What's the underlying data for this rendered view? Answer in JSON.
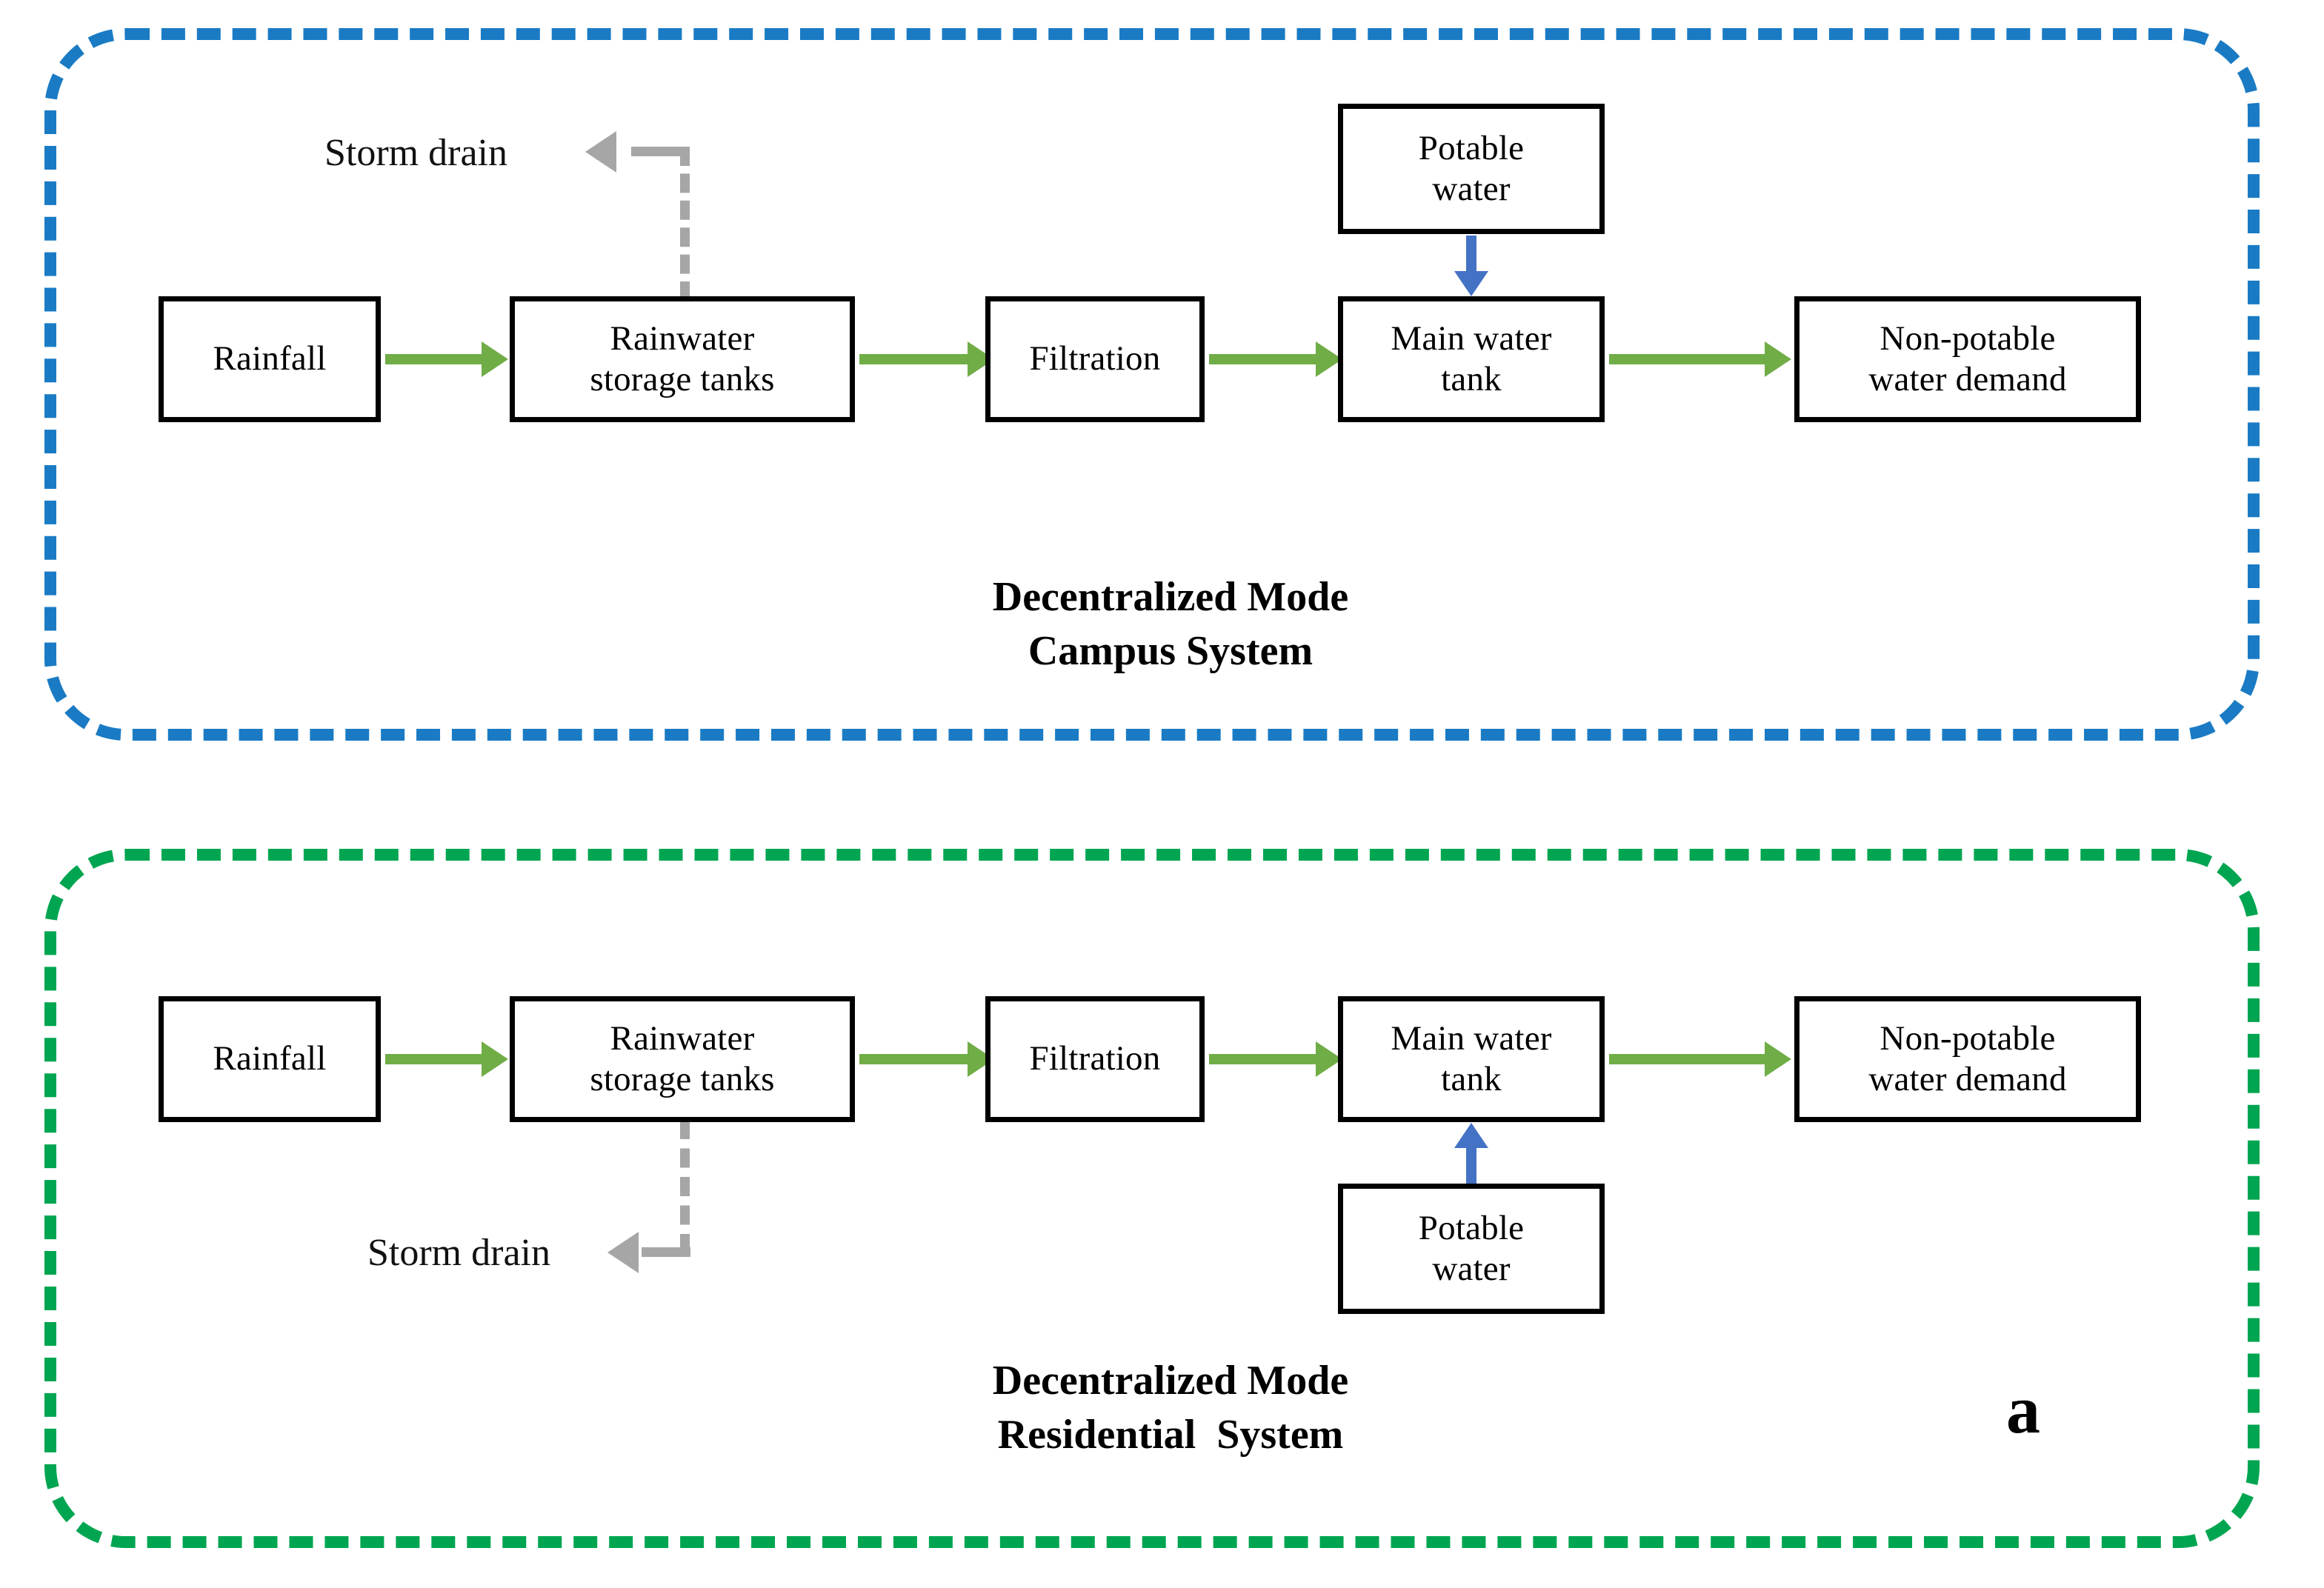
{
  "figure": {
    "letter": "a",
    "colors": {
      "campus_border": "#1A7BC4",
      "residential_border": "#00A551",
      "flow_arrow": "#70AD47",
      "potable_arrow": "#4472C4",
      "storm_drain": "#A6A6A6",
      "node_border": "#000000",
      "background": "#FFFFFF"
    }
  },
  "panels": [
    {
      "id": "campus",
      "title_line1": "Decentralized Mode",
      "title_line2": "Campus System",
      "border_color": "#1A7BC4",
      "nodes": {
        "rainfall": "Rainfall",
        "storage_line1": "Rainwater",
        "storage_line2": "storage tanks",
        "filtration": "Filtration",
        "main_tank_line1": "Main water",
        "main_tank_line2": "tank",
        "potable_line1": "Potable",
        "potable_line2": "water",
        "demand_line1": "Non-potable",
        "demand_line2": "water demand"
      },
      "storm_drain_label": "Storm drain"
    },
    {
      "id": "residential",
      "title_line1": "Decentralized Mode",
      "title_line2": "Residential  System",
      "border_color": "#00A551",
      "nodes": {
        "rainfall": "Rainfall",
        "storage_line1": "Rainwater",
        "storage_line2": "storage tanks",
        "filtration": "Filtration",
        "main_tank_line1": "Main water",
        "main_tank_line2": "tank",
        "potable_line1": "Potable",
        "potable_line2": "water",
        "demand_line1": "Non-potable",
        "demand_line2": "water demand"
      },
      "storm_drain_label": "Storm drain"
    }
  ]
}
